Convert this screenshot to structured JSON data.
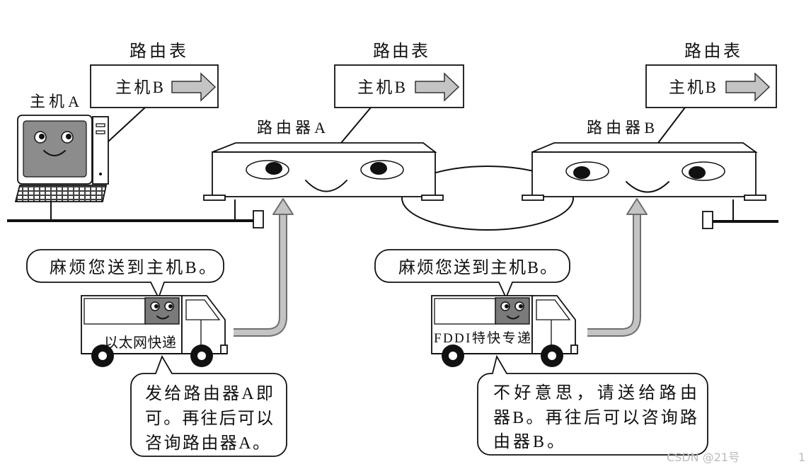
{
  "routing_tables": [
    {
      "title": "路由表",
      "entry": "主机B"
    },
    {
      "title": "路由表",
      "entry": "主机B"
    },
    {
      "title": "路由表",
      "entry": "主机B"
    }
  ],
  "host": {
    "label": "主机A"
  },
  "routers": [
    {
      "label": "路由器A"
    },
    {
      "label": "路由器B"
    }
  ],
  "deliveries": [
    {
      "request": "麻烦您送到主机B。",
      "truck_label": "以太网快递",
      "reply_lines": [
        "发给路由器A即",
        "可。再往后可以",
        "咨询路由器A。"
      ]
    },
    {
      "request": "麻烦您送到主机B。",
      "truck_label": "FDDI特快专递",
      "reply_lines": [
        "不好意思，请送给路由",
        "器B。再往后可以咨询路",
        "由器B。"
      ]
    }
  ],
  "watermark": {
    "text": "CSDN @21号",
    "page_number": "1"
  },
  "icons": {
    "host": "computer-icon",
    "router": "router-icon",
    "truck": "truck-icon",
    "table_arrow": "arrow-right-icon",
    "forward_arrow": "arrow-up-icon"
  },
  "colors": {
    "line": "#111111",
    "screen": "#8c8c8c",
    "face_box": "#7a7a7a",
    "arrow_fill": "#c4c4c4",
    "arrow_outline": "#6e6e6e",
    "watermark": "#bbbbbb"
  }
}
